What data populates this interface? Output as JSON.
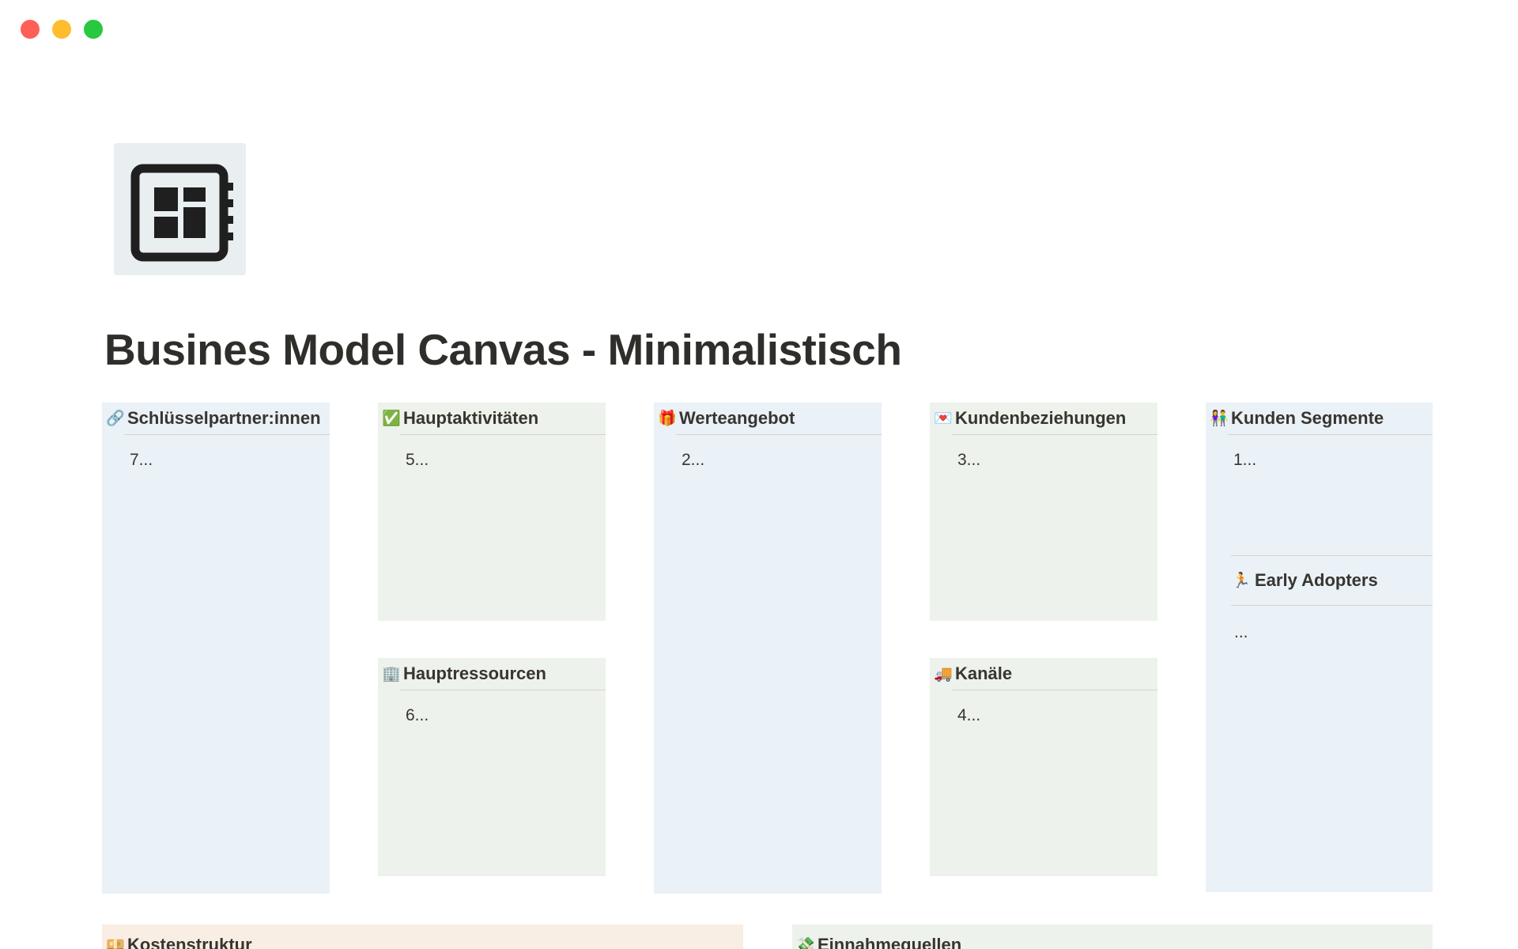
{
  "window": {
    "controls": [
      "close",
      "minimize",
      "maximize"
    ]
  },
  "page": {
    "icon": "canvas-layout-icon",
    "title": "Busines Model Canvas - Minimalistisch"
  },
  "blocks": {
    "partners": {
      "emoji": "🔗",
      "label": "Schlüsselpartner:innen",
      "value": "7...",
      "color": "#eaf1f7"
    },
    "activities": {
      "emoji": "✅",
      "label": "Hauptaktivitäten",
      "value": "5...",
      "color": "#eef2ec"
    },
    "value_prop": {
      "emoji": "🎁",
      "label": "Werteangebot",
      "value": "2...",
      "color": "#eaf1f7"
    },
    "relationships": {
      "emoji": "💌",
      "label": "Kundenbeziehungen",
      "value": "3...",
      "color": "#eef2ec"
    },
    "segments": {
      "emoji": "👫",
      "label": "Kunden Segmente",
      "value": "1...",
      "color": "#eaf1f7",
      "early_adopters": {
        "emoji": "🏃",
        "label": "Early Adopters",
        "value": "..."
      }
    },
    "resources": {
      "emoji": "🏢",
      "label": "Hauptressourcen",
      "value": "6...",
      "color": "#eef2ec"
    },
    "channels": {
      "emoji": "🚚",
      "label": "Kanäle",
      "value": "4...",
      "color": "#eef2ec"
    },
    "costs": {
      "emoji": "💴",
      "label": "Kostenstruktur",
      "color": "#f9eee4"
    },
    "revenue": {
      "emoji": "💸",
      "label": "Einnahmequellen",
      "color": "#eef2ec"
    }
  }
}
